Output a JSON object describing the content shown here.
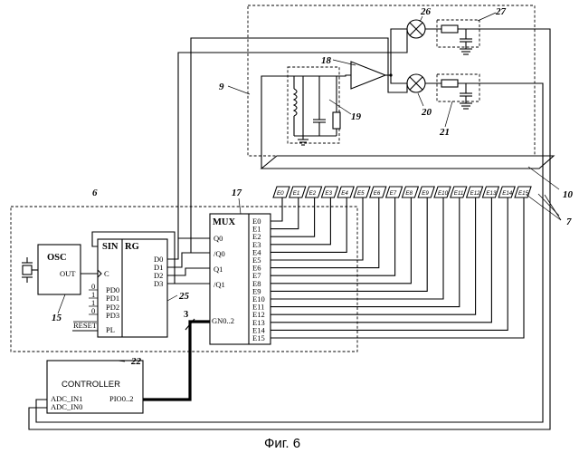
{
  "caption": "Фиг. 6",
  "reference_numbers": [
    "6",
    "7",
    "9",
    "10",
    "15",
    "17",
    "18",
    "19",
    "20",
    "21",
    "22",
    "25",
    "26",
    "27"
  ],
  "osc": {
    "label": "OSC",
    "out_pin": "OUT"
  },
  "shift_register": {
    "title_sin": "SIN",
    "title_rg": "RG",
    "clock_pin": "C",
    "data_inputs": [
      "PD0",
      "PD1",
      "PD2",
      "PD3"
    ],
    "input_levels": [
      "0",
      "1",
      "1",
      "0"
    ],
    "reset_input": "RESET",
    "load_pin": "PL",
    "outputs": [
      "D0",
      "D1",
      "D2",
      "D3"
    ]
  },
  "mux": {
    "title": "MUX",
    "left_pins": [
      "Q0",
      "/Q0",
      "Q1",
      "/Q1"
    ],
    "group_pin": "GN0..2",
    "inputs": [
      "E0",
      "E1",
      "E2",
      "E3",
      "E4",
      "E5",
      "E6",
      "E7",
      "E8",
      "E9",
      "E10",
      "E11",
      "E12",
      "E13",
      "E14",
      "E15"
    ]
  },
  "bus_width": "3",
  "controller": {
    "title": "CONTROLLER",
    "adc_pins": [
      "ADC_IN1",
      "ADC_IN0"
    ],
    "pio_pin": "PIO0..2"
  },
  "electrodes": [
    "E0",
    "E1",
    "E2",
    "E3",
    "E4",
    "E5",
    "E6",
    "E7",
    "E8",
    "E9",
    "E10",
    "E11",
    "E12",
    "E13",
    "E14",
    "E15"
  ]
}
